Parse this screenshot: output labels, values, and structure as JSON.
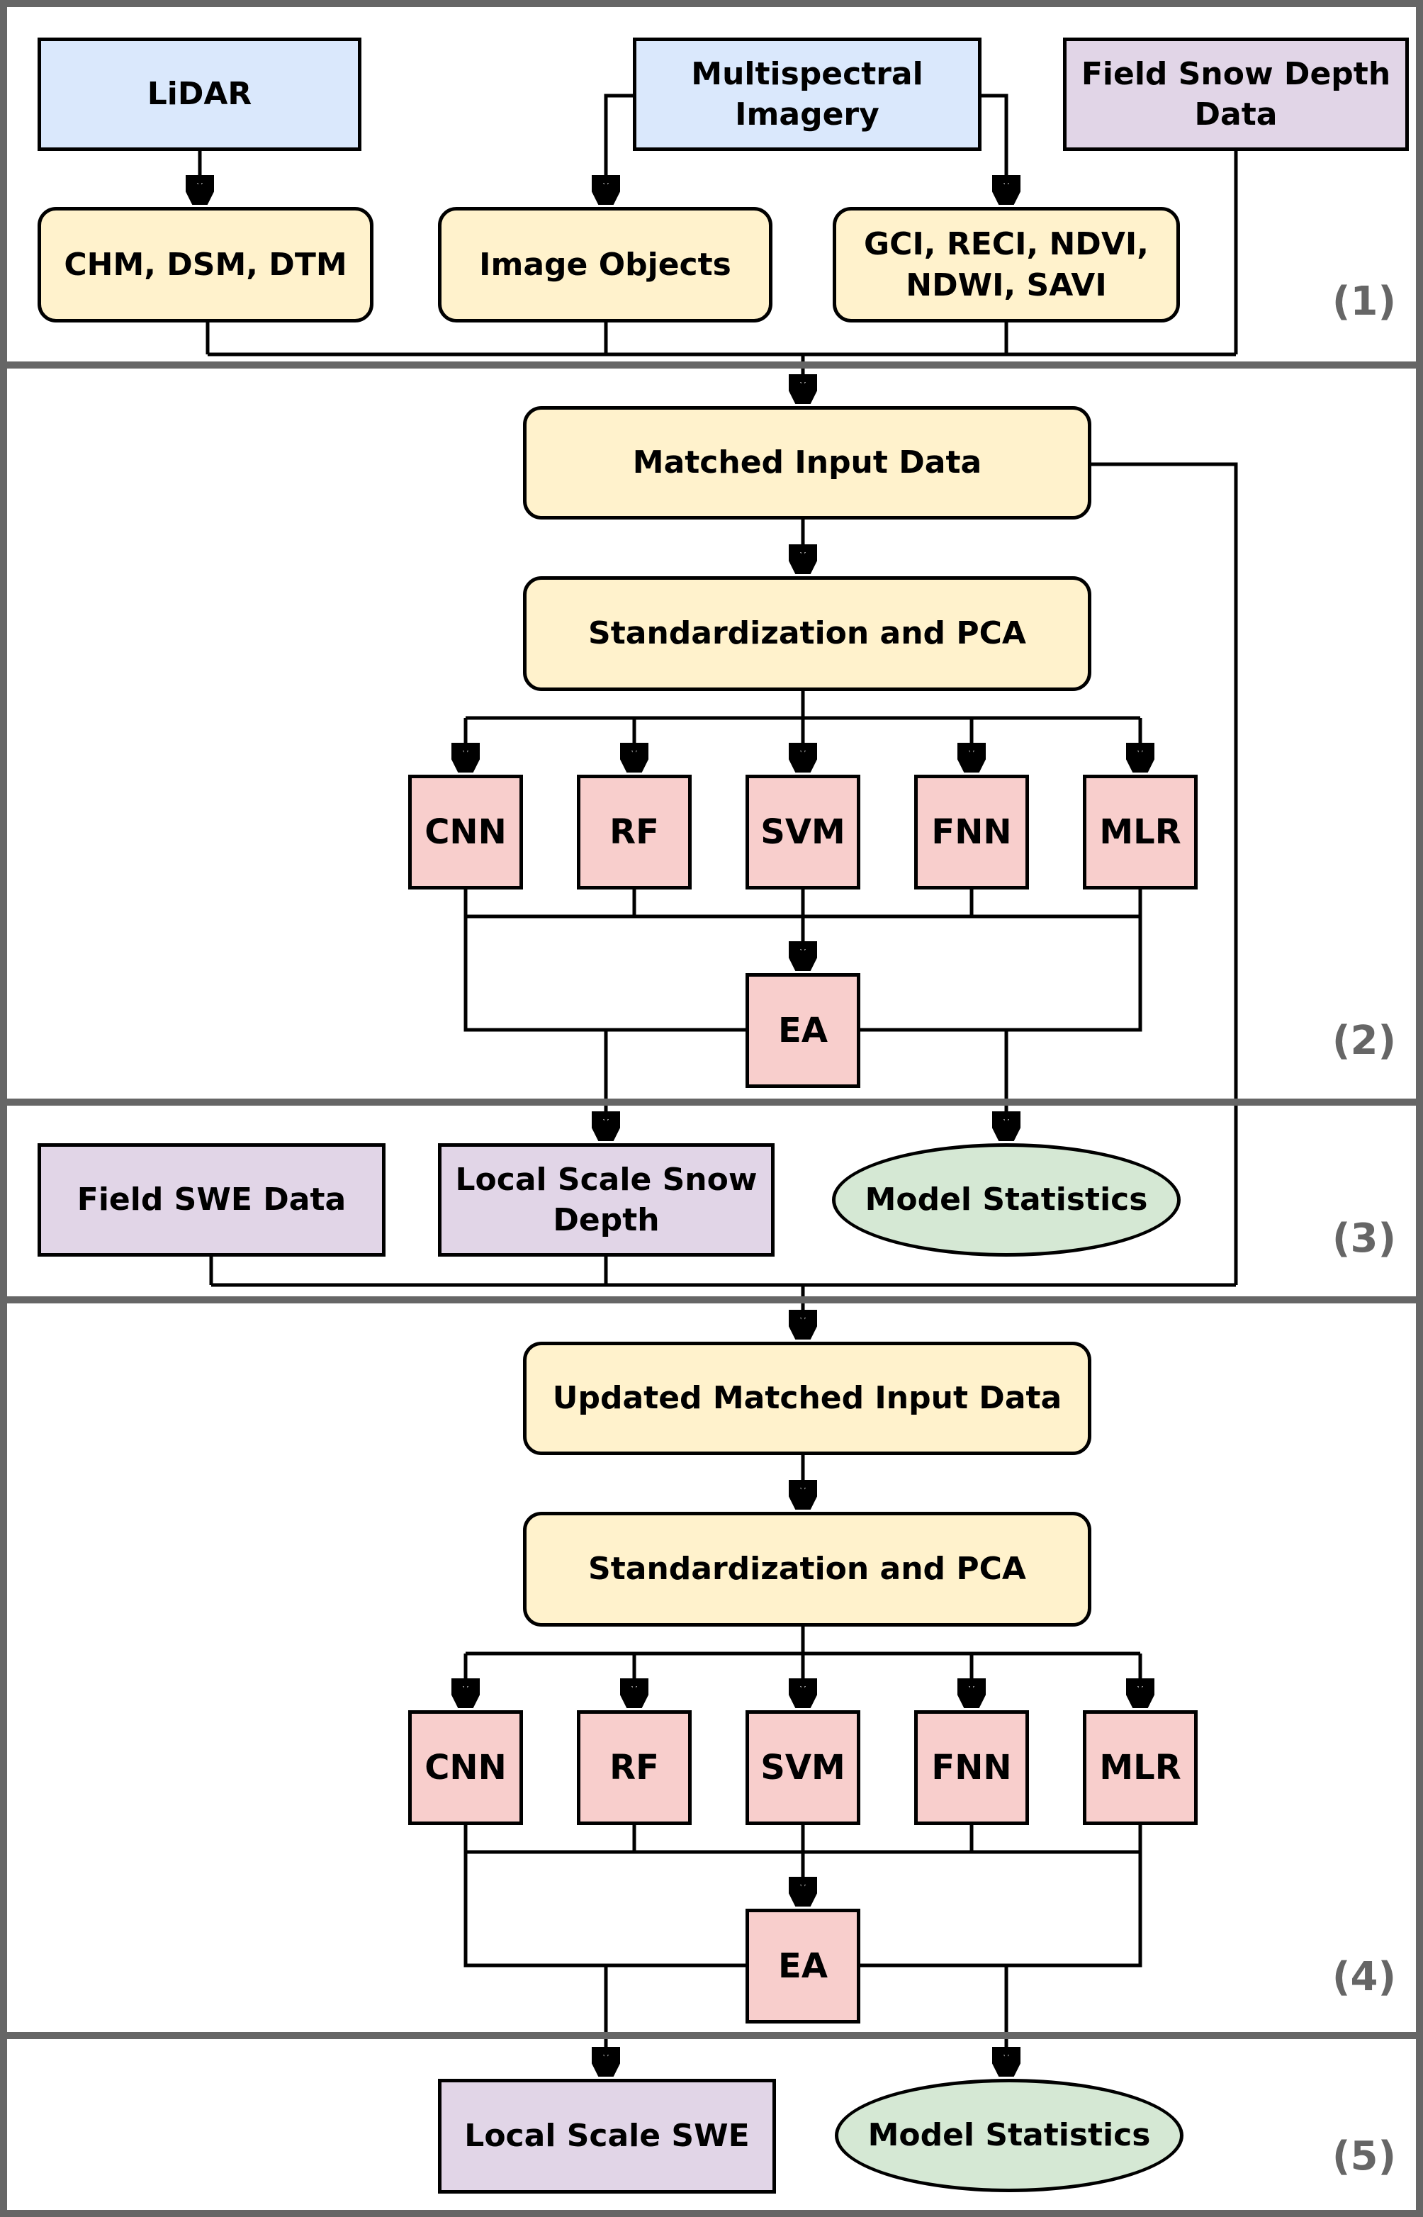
{
  "title": "Snow depth and SWE ensemble modeling flowchart",
  "colors": {
    "blue": "#dae8fc",
    "yellow": "#fff2cc",
    "pink": "#f8cecc",
    "purple": "#e1d5e7",
    "green": "#d5e8d4",
    "gray": "#666666"
  },
  "section_labels": [
    "(1)",
    "(2)",
    "(3)",
    "(4)",
    "(5)"
  ],
  "nodes": {
    "lidar": {
      "label": "LiDAR"
    },
    "multispectral": {
      "label": "Multispectral Imagery"
    },
    "field_snow_depth": {
      "label": "Field Snow Depth Data"
    },
    "chm_dsm_dtm": {
      "label": "CHM, DSM, DTM"
    },
    "image_objects": {
      "label": "Image Objects"
    },
    "indices": {
      "label": "GCI, RECI, NDVI, NDWI, SAVI"
    },
    "matched_input": {
      "label": "Matched Input Data"
    },
    "std_pca": {
      "label": "Standardization and PCA"
    },
    "cnn": {
      "label": "CNN"
    },
    "rf": {
      "label": "RF"
    },
    "svm": {
      "label": "SVM"
    },
    "fnn": {
      "label": "FNN"
    },
    "mlr": {
      "label": "MLR"
    },
    "ea": {
      "label": "EA"
    },
    "field_swe": {
      "label": "Field SWE Data"
    },
    "local_snow_depth": {
      "label": "Local Scale Snow Depth"
    },
    "model_statistics": {
      "label": "Model Statistics"
    },
    "updated_matched": {
      "label": "Updated Matched Input Data"
    },
    "local_swe": {
      "label": "Local Scale SWE"
    }
  }
}
